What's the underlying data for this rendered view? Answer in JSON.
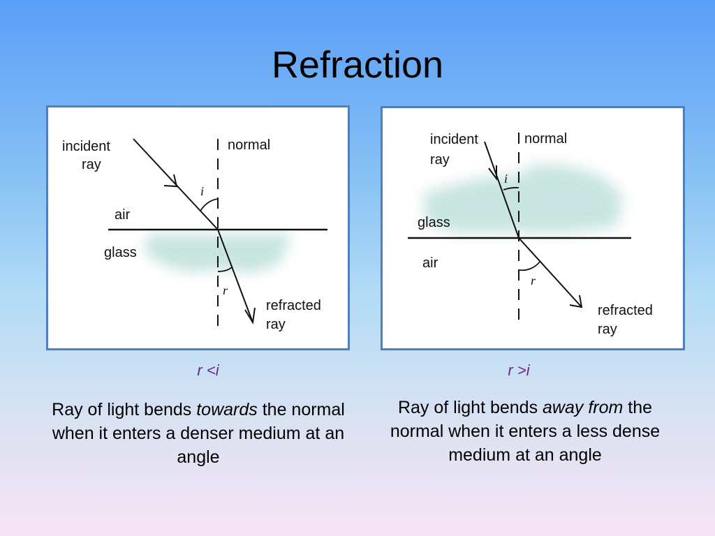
{
  "title": "Refraction",
  "left": {
    "labels": {
      "incident_1": "incident",
      "incident_2": "ray",
      "normal": "normal",
      "angle_i": "i",
      "top_medium": "air",
      "bottom_medium": "glass",
      "angle_r": "r",
      "refracted_1": "refracted",
      "refracted_2": "ray"
    },
    "caption": "r <i",
    "description": {
      "pre": "Ray of light bends ",
      "emph": "towards",
      "post": " the normal when it enters a denser medium at an angle"
    }
  },
  "right": {
    "labels": {
      "incident_1": "incident",
      "incident_2": "ray",
      "normal": "normal",
      "angle_i": "i",
      "top_medium": "glass",
      "bottom_medium": "air",
      "angle_r": "r",
      "refracted_1": "refracted",
      "refracted_2": "ray"
    },
    "caption": "r >i",
    "description": {
      "pre": "Ray of light bends ",
      "emph": "away from",
      "post": " the normal when it enters a less dense medium at an angle"
    }
  },
  "colors": {
    "panel_border": "#4f7fbf",
    "caption": "#6a2a8a",
    "glass_tint": "#bfe0dc"
  }
}
